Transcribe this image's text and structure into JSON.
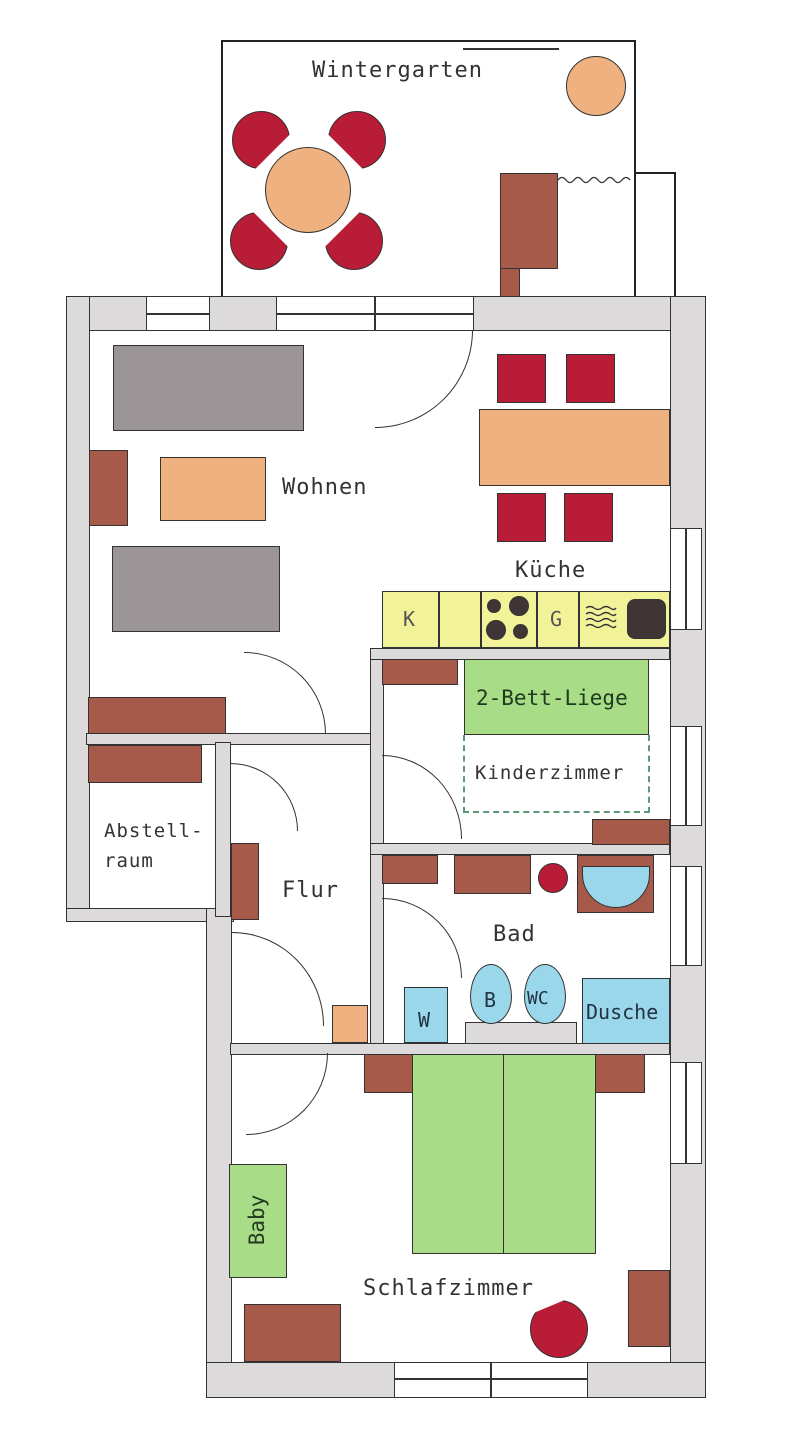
{
  "floorplan": {
    "rooms": {
      "wintergarten": "Wintergarten",
      "wohnen": "Wohnen",
      "kueche": "Küche",
      "kinderzimmer": "Kinderzimmer",
      "abstellraum_line1": "Abstell-",
      "abstellraum_line2": "raum",
      "flur": "Flur",
      "bad": "Bad",
      "schlafzimmer": "Schlafzimmer"
    },
    "fixtures": {
      "kitchen_k": "K",
      "kitchen_g": "G",
      "two_bed_couch": "2-Bett-Liege",
      "washer": "W",
      "bidet": "B",
      "toilet": "WC",
      "shower": "Dusche",
      "baby_bed": "Baby"
    },
    "colors": {
      "wall": "#dcdadb",
      "cabinet": "#a85a4a",
      "sofa": "#9c9598",
      "table": "#eeb17f",
      "chair": "#b81c37",
      "kitchen": "#f2f299",
      "bed": "#a9dc86",
      "sanitary": "#9ad7ea"
    }
  }
}
